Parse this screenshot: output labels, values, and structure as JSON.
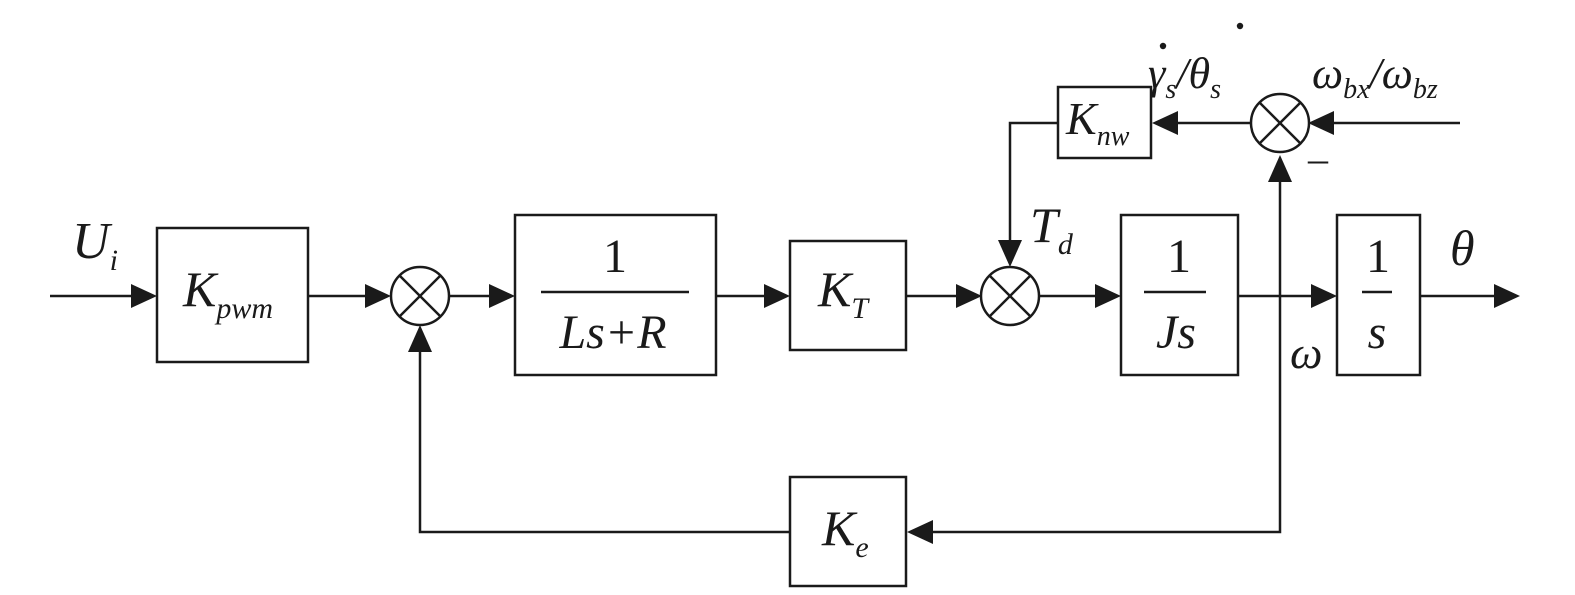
{
  "diagram": {
    "signals": {
      "input": {
        "main": "U",
        "sub": "i"
      },
      "disturbance": {
        "main": "T",
        "sub": "d"
      },
      "speed": "ω",
      "output": "θ",
      "reference": {
        "a": "ω",
        "a_sub": "bx",
        "sep": "/",
        "b": "ω",
        "b_sub": "bz"
      },
      "attitude_rate": {
        "a": "γ",
        "a_sub": "s",
        "sep": "/",
        "b": "θ",
        "b_sub": "s"
      },
      "minus_sign": "–"
    },
    "blocks": {
      "k_pwm": {
        "main": "K",
        "sub": "pwm"
      },
      "electrical": {
        "numerator": "1",
        "denominator": "Ls+R"
      },
      "k_t": {
        "main": "K",
        "sub": "T"
      },
      "inertia": {
        "numerator": "1",
        "denominator": "Js"
      },
      "integrator": {
        "numerator": "1",
        "denominator": "s"
      },
      "k_e": {
        "main": "K",
        "sub": "e"
      },
      "k_nw": {
        "main": "K",
        "sub": "nw"
      }
    }
  }
}
